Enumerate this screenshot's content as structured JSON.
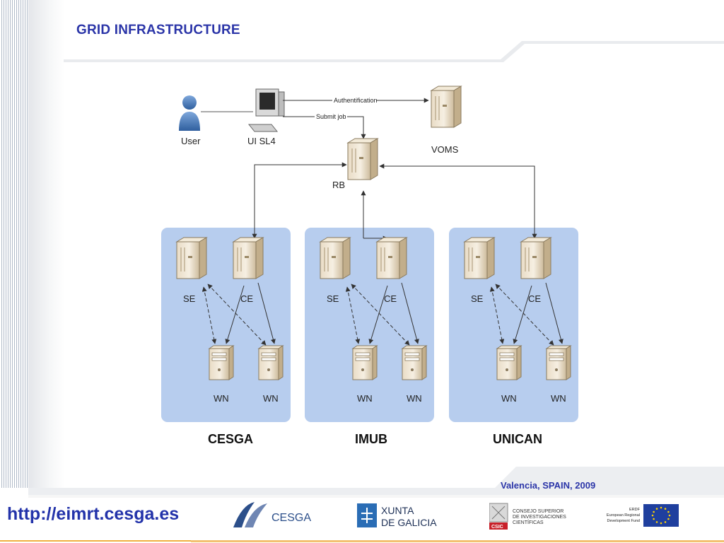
{
  "slide": {
    "title": "GRID INFRASTRUCTURE",
    "url": "http://eimrt.cesga.es",
    "location_date": "Valencia, SPAIN, 2009"
  },
  "diagram": {
    "user_label": "User",
    "ui_label": "UI SL4",
    "voms_label": "VOMS",
    "rb_label": "RB",
    "auth_label": "Authentification",
    "submit_label": "Submit job",
    "sites": [
      {
        "name": "CESGA",
        "se": "SE",
        "ce": "CE",
        "wn1": "WN",
        "wn2": "WN"
      },
      {
        "name": "IMUB",
        "se": "SE",
        "ce": "CE",
        "wn1": "WN",
        "wn2": "WN"
      },
      {
        "name": "UNICAN",
        "se": "SE",
        "ce": "CE",
        "wn1": "WN",
        "wn2": "WN"
      }
    ],
    "site_color": "#b7cdee"
  },
  "logos": {
    "cesga": "CESGA",
    "xunta_line1": "XUNTA",
    "xunta_line2": "DE GALICIA",
    "csic_line1": "CONSEJO SUPERIOR",
    "csic_line2": "DE INVESTIGACIONES",
    "csic_line3": "CIENTÍFICAS",
    "csic_badge": "CSIC",
    "erdf_line1": "ERDF",
    "erdf_line2": "European Regional",
    "erdf_line3": "Development Fund"
  }
}
